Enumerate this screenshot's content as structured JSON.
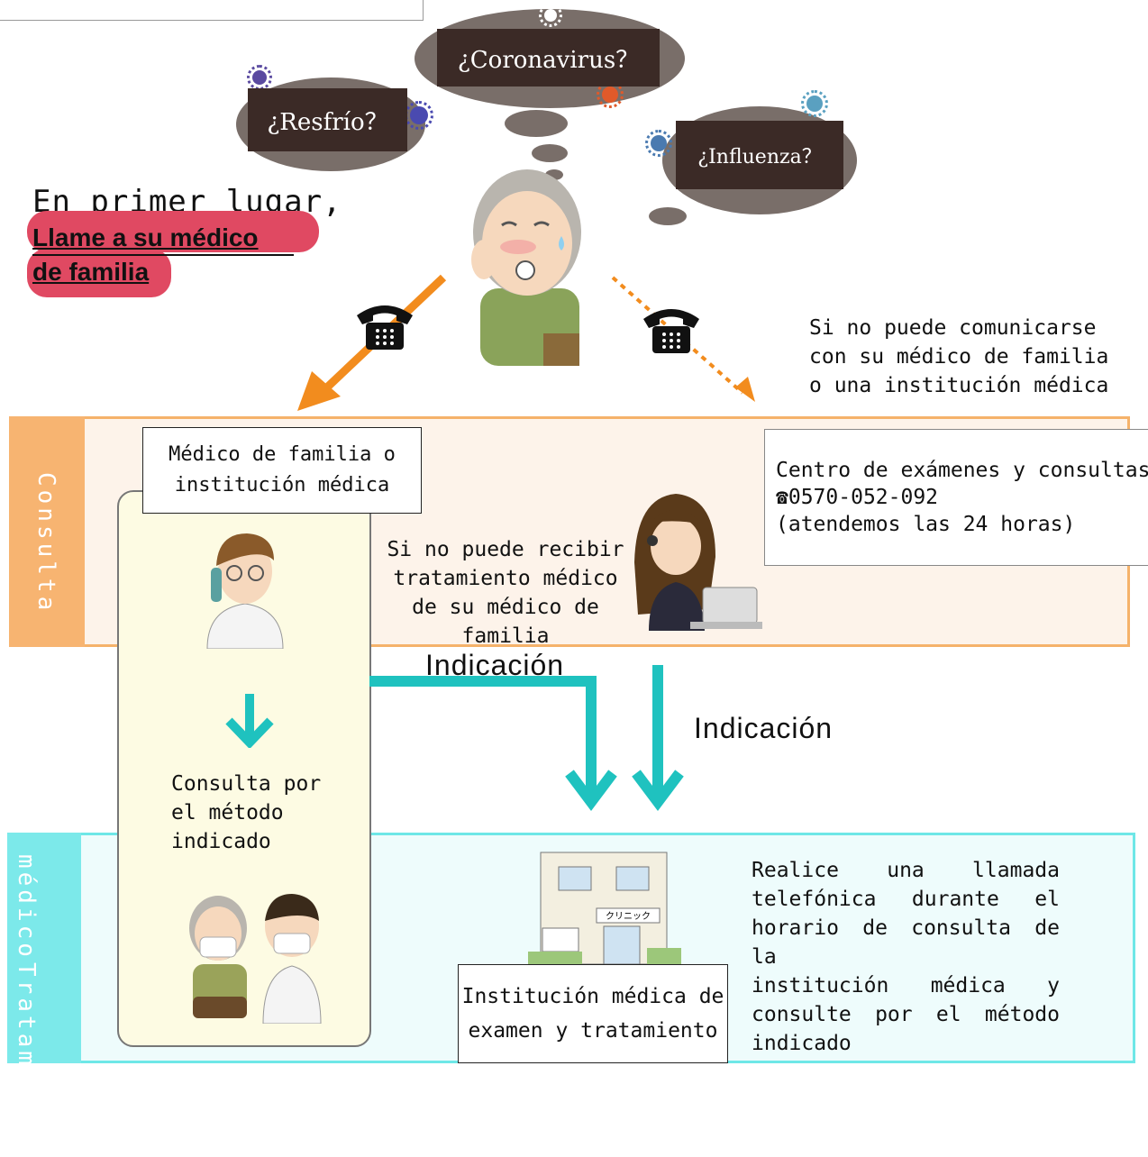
{
  "thoughts": {
    "coronavirus": "¿Coronavirus？",
    "resfrio": "¿Resfrío？",
    "influenza": "¿Influenza？"
  },
  "lead": {
    "line1": "En primer lugar,",
    "line2": "Llame a su médico",
    "line3": "de familia"
  },
  "fallback_note": [
    "Si no puede comunicarse",
    "con su médico de familia",
    "o una institución médica"
  ],
  "bands": {
    "consulta": "Consulta",
    "tratamiento": [
      "Tratamiento",
      "médico"
    ]
  },
  "family_doctor_box": [
    "Médico de familia o",
    "institución médica"
  ],
  "center_box": {
    "line1": "Centro de exámenes y consultas",
    "phone": "0570-052-092",
    "line3": "(atendemos las 24 horas)"
  },
  "no_treatment_note": [
    "Si no puede recibir",
    "tratamiento médico",
    "de su médico de",
    "familia"
  ],
  "indicacion_1": "Indicación",
  "indicacion_2": "Indicación",
  "consult_method": [
    "Consulta por",
    "el método",
    "indicado"
  ],
  "clinic_box": [
    "Institución médica de",
    "examen y tratamiento"
  ],
  "clinic_sign": "クリニック",
  "call_note": [
    "Realice una llamada",
    "telefónica durante el",
    "horario de consulta de la",
    "institución médica y",
    "consulte por el método",
    "indicado"
  ],
  "icons": [
    "telephone-icon",
    "telephone-icon"
  ],
  "colors": {
    "consulta_band": "#f7b471",
    "tratamiento_band": "#7ce9ea",
    "highlight_pill": "#e04962",
    "teal_arrow": "#1fc2bf",
    "orange_arrow": "#f28c1e"
  }
}
